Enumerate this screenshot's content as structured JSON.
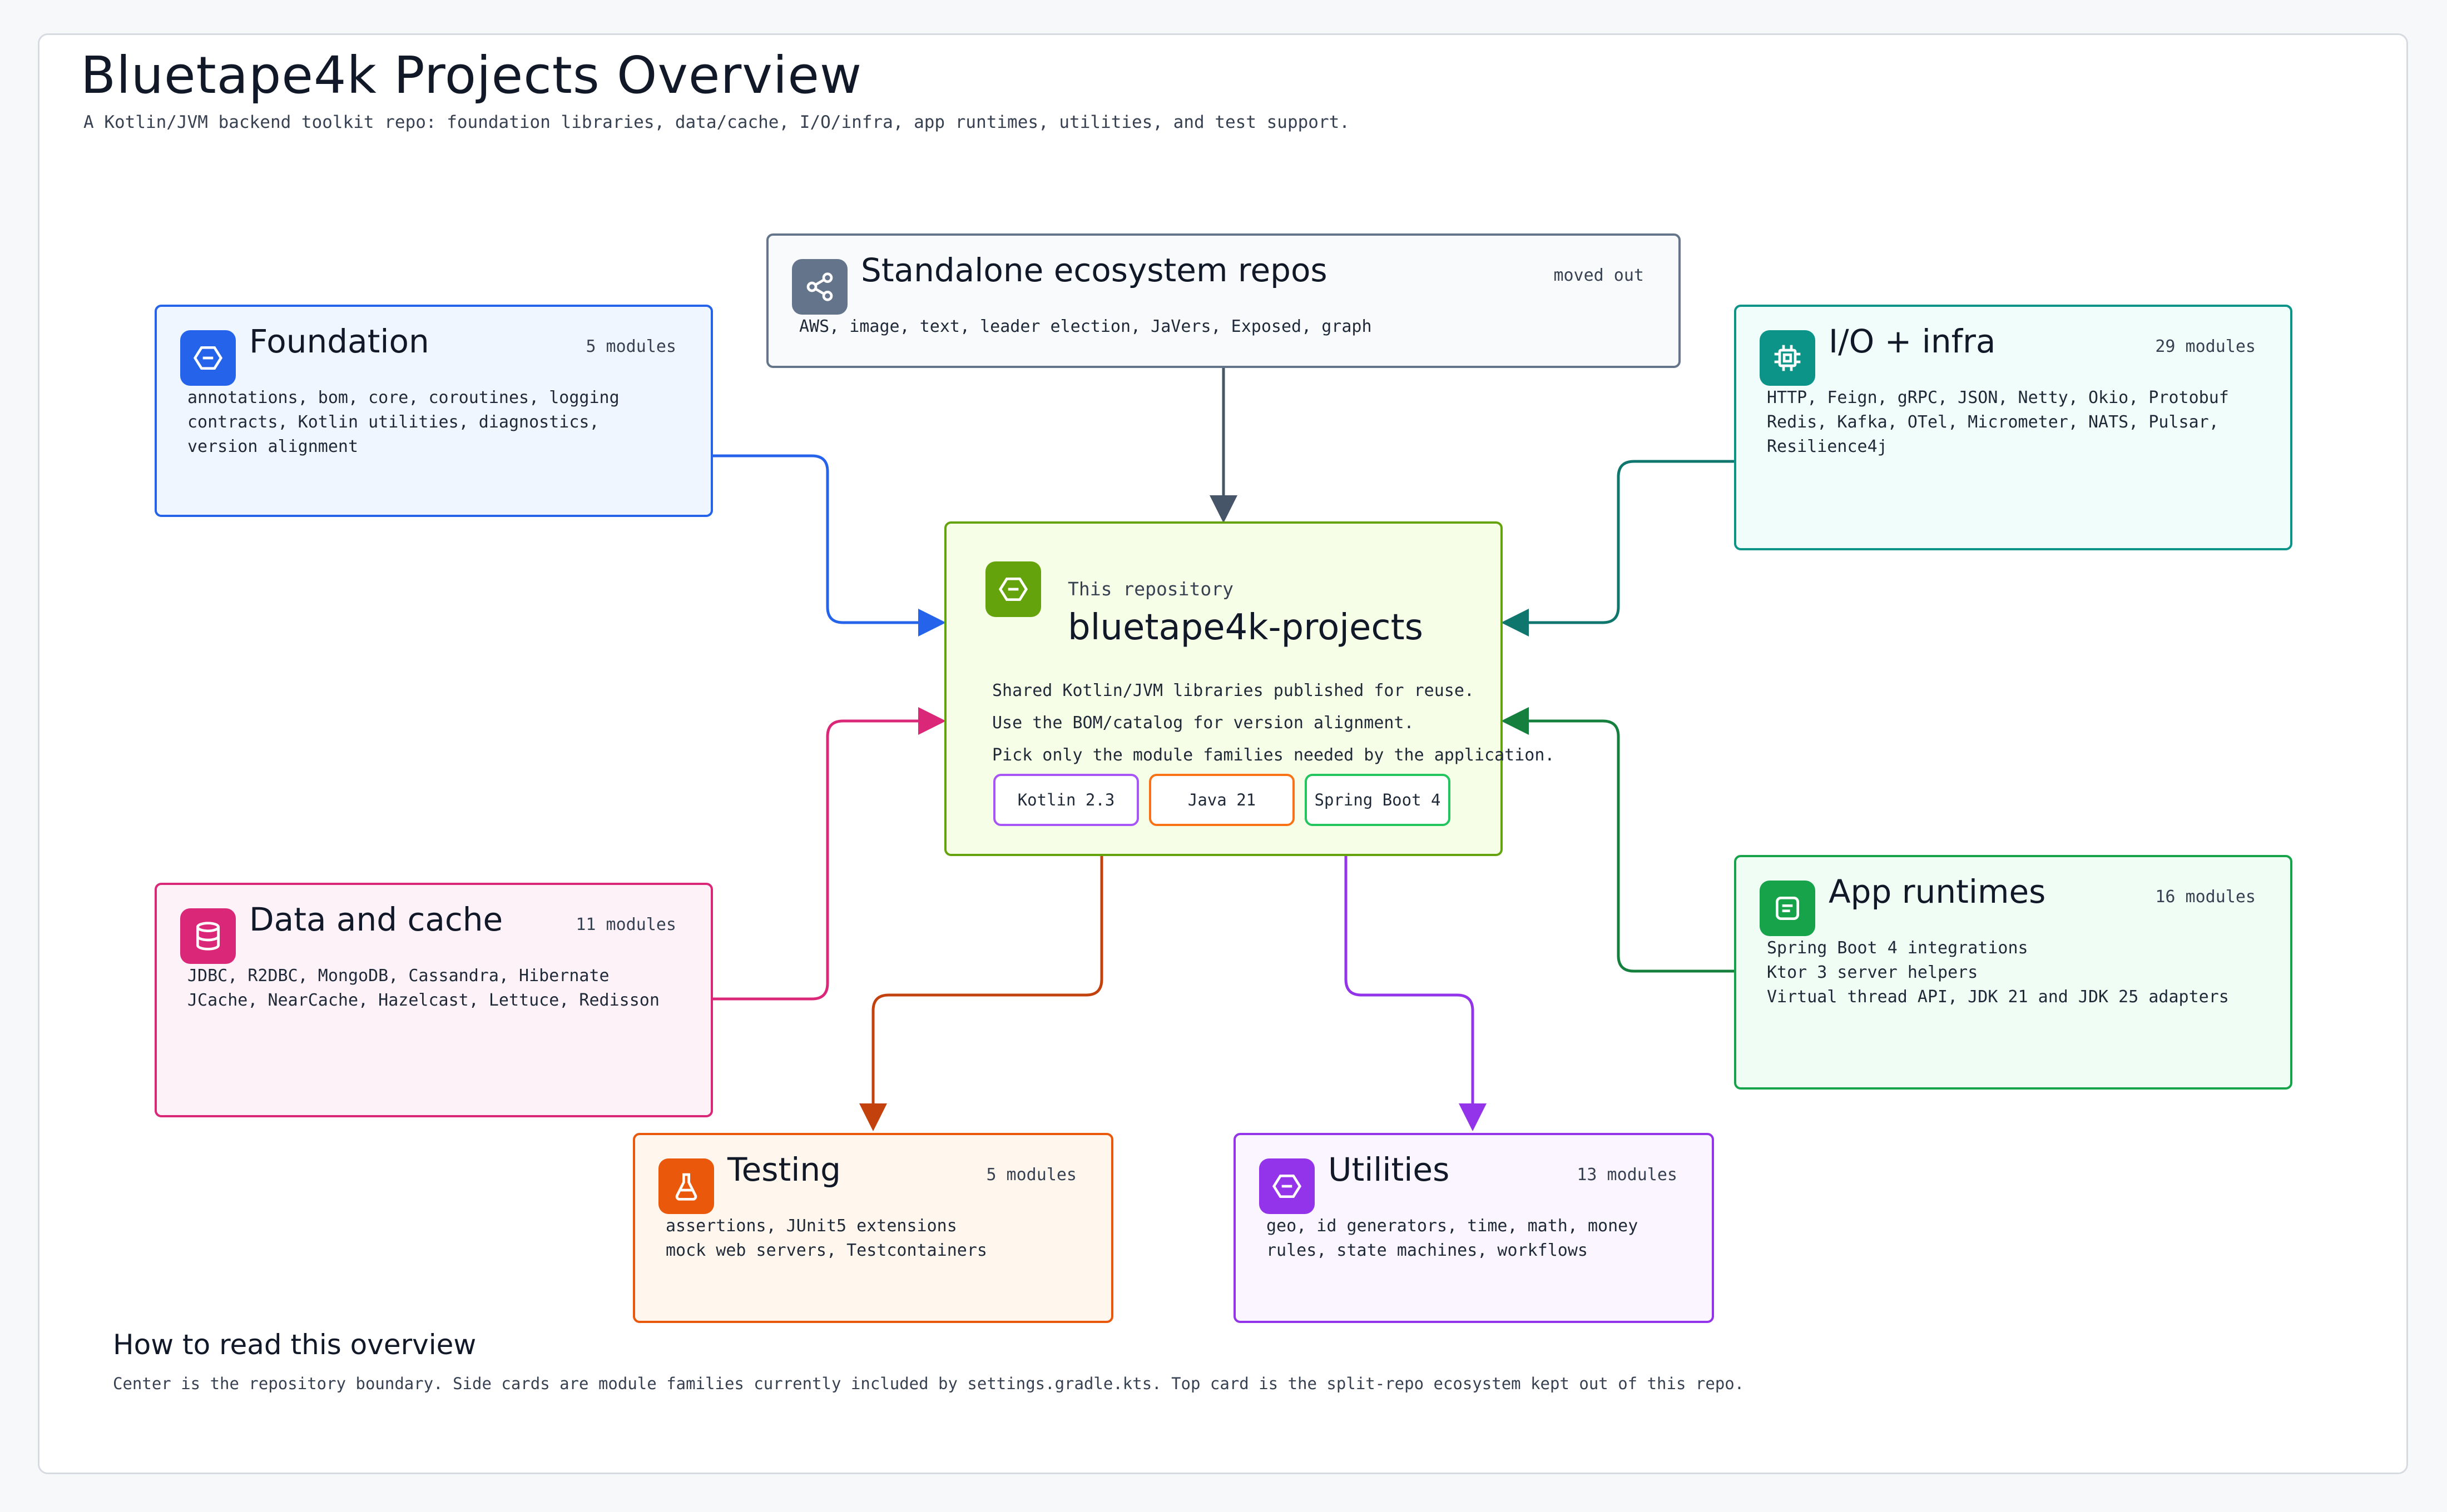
{
  "header": {
    "title": "Bluetape4k Projects Overview",
    "subtitle": "A Kotlin/JVM backend toolkit repo: foundation libraries, data/cache, I/O/infra, app runtimes, utilities, and test support."
  },
  "colors": {
    "foundation": "#2563eb",
    "standalone": "#64748b",
    "io_infra": "#0d9488",
    "center": "#65a30d",
    "data_cache": "#db2777",
    "app_runtimes": "#16a34a",
    "testing": "#ea580c",
    "utilities": "#9333ea"
  },
  "standalone": {
    "title": "Standalone ecosystem repos",
    "badge": "moved out",
    "line1": "AWS, image, text, leader election, JaVers, Exposed, graph"
  },
  "foundation": {
    "title": "Foundation",
    "count": "5 modules",
    "line1": "annotations, bom, core, coroutines, logging",
    "line2": "contracts, Kotlin utilities, diagnostics,",
    "line3": "version alignment"
  },
  "io_infra": {
    "title": "I/O + infra",
    "count": "29 modules",
    "line1": "HTTP, Feign, gRPC, JSON, Netty, Okio, Protobuf",
    "line2": "Redis, Kafka, OTel, Micrometer, NATS, Pulsar,",
    "line3": "Resilience4j"
  },
  "center": {
    "label": "This repository",
    "title": "bluetape4k-projects",
    "line1": "Shared Kotlin/JVM libraries published for reuse.",
    "line2": "Use the BOM/catalog for version alignment.",
    "line3": "Pick only the module families needed by the application.",
    "chips": [
      "Kotlin 2.3",
      "Java 21",
      "Spring Boot 4"
    ]
  },
  "data_cache": {
    "title": "Data and cache",
    "count": "11 modules",
    "line1": "JDBC, R2DBC, MongoDB, Cassandra, Hibernate",
    "line2": "JCache, NearCache, Hazelcast, Lettuce, Redisson"
  },
  "app_runtimes": {
    "title": "App runtimes",
    "count": "16 modules",
    "line1": "Spring Boot 4 integrations",
    "line2": "Ktor 3 server helpers",
    "line3": "Virtual thread API, JDK 21 and JDK 25 adapters"
  },
  "testing": {
    "title": "Testing",
    "count": "5 modules",
    "line1": "assertions, JUnit5 extensions",
    "line2": "mock web servers, Testcontainers"
  },
  "utilities": {
    "title": "Utilities",
    "count": "13 modules",
    "line1": "geo, id generators, time, math, money",
    "line2": "rules, state machines, workflows"
  },
  "howto": {
    "title": "How to read this overview",
    "body": "Center is the repository boundary. Side cards are module families currently included by settings.gradle.kts. Top card is the split-repo ecosystem kept out of this repo."
  }
}
